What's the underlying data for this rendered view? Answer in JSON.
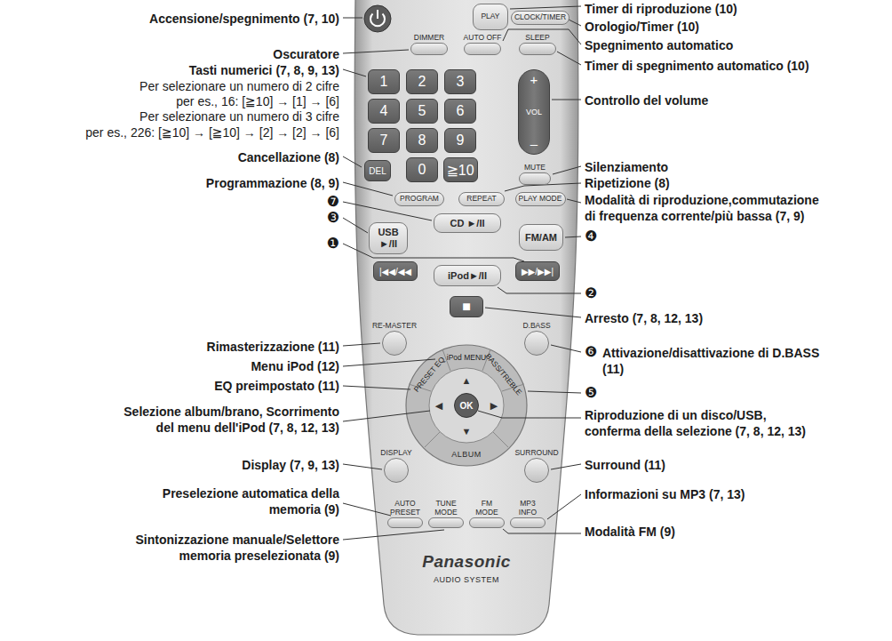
{
  "diagram": {
    "nodes": [
      {
        "text": [
          "PLAY"
        ]
      },
      {
        "text": [
          "CLOCK/TIMER"
        ]
      },
      {
        "text": [
          "DIMMER"
        ]
      },
      {
        "text": [
          "AUTO OFF"
        ]
      },
      {
        "text": [
          "SLEEP"
        ]
      },
      {
        "text": [
          "1"
        ]
      },
      {
        "text": [
          "2"
        ]
      },
      {
        "text": [
          "3"
        ]
      },
      {
        "text": [
          "4"
        ]
      },
      {
        "text": [
          "5"
        ]
      },
      {
        "text": [
          "6"
        ]
      },
      {
        "text": [
          "7"
        ]
      },
      {
        "text": [
          "8"
        ]
      },
      {
        "text": [
          "9"
        ]
      },
      {
        "text": [
          "+",
          "VOL",
          "–"
        ]
      },
      {
        "text": [
          "DEL"
        ]
      },
      {
        "text": [
          "0"
        ]
      },
      {
        "text": [
          "≧10"
        ]
      },
      {
        "text": [
          "MUTE"
        ]
      },
      {
        "text": [
          "PROGRAM"
        ]
      },
      {
        "text": [
          "REPEAT"
        ]
      },
      {
        "text": [
          "PLAY MODE"
        ]
      },
      {
        "text": [
          "CD ►/II"
        ]
      },
      {
        "text": [
          "USB ►/II"
        ]
      },
      {
        "text": [
          "FM/AM"
        ]
      },
      {
        "text": [
          "|◀◀/◀◀"
        ]
      },
      {
        "text": [
          "▶▶/▶▶|"
        ]
      },
      {
        "text": [
          "iPod►/II"
        ]
      },
      {
        "text": [
          "■"
        ]
      },
      {
        "text": [
          "RE-MASTER"
        ]
      },
      {
        "text": [
          "D.BASS"
        ]
      },
      {
        "text": [
          "iPod MENU"
        ]
      },
      {
        "text": [
          "PRESET EQ"
        ]
      },
      {
        "text": [
          "BASS/TREBLE"
        ]
      },
      {
        "text": [
          "OK"
        ]
      },
      {
        "text": [
          "DISPLAY"
        ]
      },
      {
        "text": [
          "SURROUND"
        ]
      },
      {
        "text": [
          "AUTO PRESET"
        ]
      },
      {
        "text": [
          "TUNE MODE"
        ]
      },
      {
        "text": [
          "FM MODE"
        ]
      },
      {
        "text": [
          "MP3 INFO"
        ]
      }
    ],
    "labels": [
      "Accensione/spegnimento (7, 10)",
      "Oscuratore",
      "Tasti numerici (7, 8, 9, 13)",
      "Per selezionare un numero di 2 cifre",
      "per es., 16: [≧10] → [1] → [6]",
      "Per selezionare un numero di 3 cifre",
      "per es., 226: [≧10] → [≧10] → [2] → [2] → [6]",
      "Cancellazione (8)",
      "Programmazione (8, 9)",
      "❼",
      "❸",
      "❶",
      "Rimasterizzazione (11)",
      "Menu iPod (12)",
      "EQ preimpostato (11)",
      "Selezione album/brano, Scorrimento del menu dell'iPod (7, 8, 12, 13)",
      "Display (7, 9, 13)",
      "Preselezione automatica della memoria (9)",
      "Sintonizzazione manuale/Selettore memoria preselezionata (9)",
      "Timer di riproduzione (10)",
      "Orologio/Timer (10)",
      "Spegnimento automatico",
      "Timer di spegnimento automatico (10)",
      "Controllo del volume",
      "Silenziamento",
      "Ripetizione (8)",
      "Modalità di riproduzione,commutazione di frequenza corrente/più bassa (7, 9)",
      "❹",
      "❷",
      "Arresto (7, 8, 12, 13)",
      "❻",
      "Attivazione/disattivazione di D.BASS (11)",
      "❺",
      "Riproduzione di un disco/USB, conferma della selezione (7, 8, 12, 13)",
      "Surround (11)",
      "Informazioni su MP3 (7, 13)",
      "Modalità FM (9)",
      "▲",
      "▼",
      "◀",
      "▶",
      "ALBUM",
      "Panasonic",
      "AUDIO SYSTEM"
    ]
  }
}
